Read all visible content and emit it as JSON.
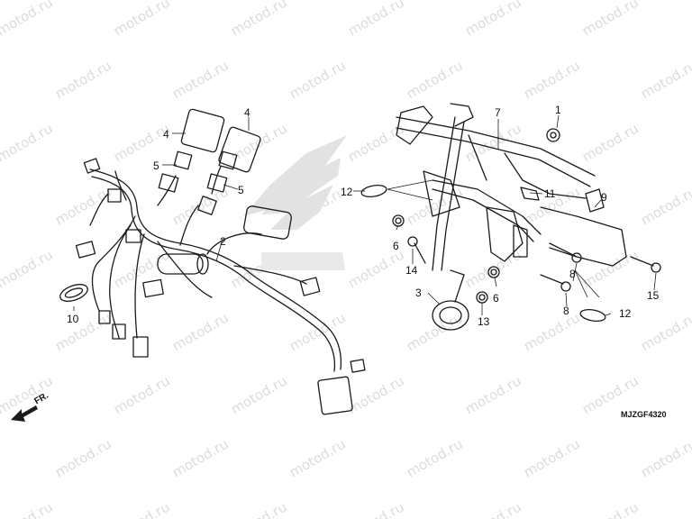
{
  "watermark": "motod.ru",
  "diagram_code": "MJZGF4320",
  "direction_label": "FR.",
  "callouts": [
    {
      "id": "c1",
      "text": "1"
    },
    {
      "id": "c2",
      "text": "2"
    },
    {
      "id": "c3",
      "text": "3"
    },
    {
      "id": "c4a",
      "text": "4"
    },
    {
      "id": "c4b",
      "text": "4"
    },
    {
      "id": "c5a",
      "text": "5"
    },
    {
      "id": "c5b",
      "text": "5"
    },
    {
      "id": "c6a",
      "text": "6"
    },
    {
      "id": "c6b",
      "text": "6"
    },
    {
      "id": "c7",
      "text": "7"
    },
    {
      "id": "c8a",
      "text": "8"
    },
    {
      "id": "c8b",
      "text": "8"
    },
    {
      "id": "c9",
      "text": "9"
    },
    {
      "id": "c10",
      "text": "10"
    },
    {
      "id": "c11",
      "text": "11"
    },
    {
      "id": "c12a",
      "text": "12"
    },
    {
      "id": "c12b",
      "text": "12"
    },
    {
      "id": "c13",
      "text": "13"
    },
    {
      "id": "c14",
      "text": "14"
    },
    {
      "id": "c15",
      "text": "15"
    }
  ],
  "colors": {
    "line": "#1a1a1a",
    "watermark": "#dcdcdc",
    "logo": "#d0d0d0"
  }
}
